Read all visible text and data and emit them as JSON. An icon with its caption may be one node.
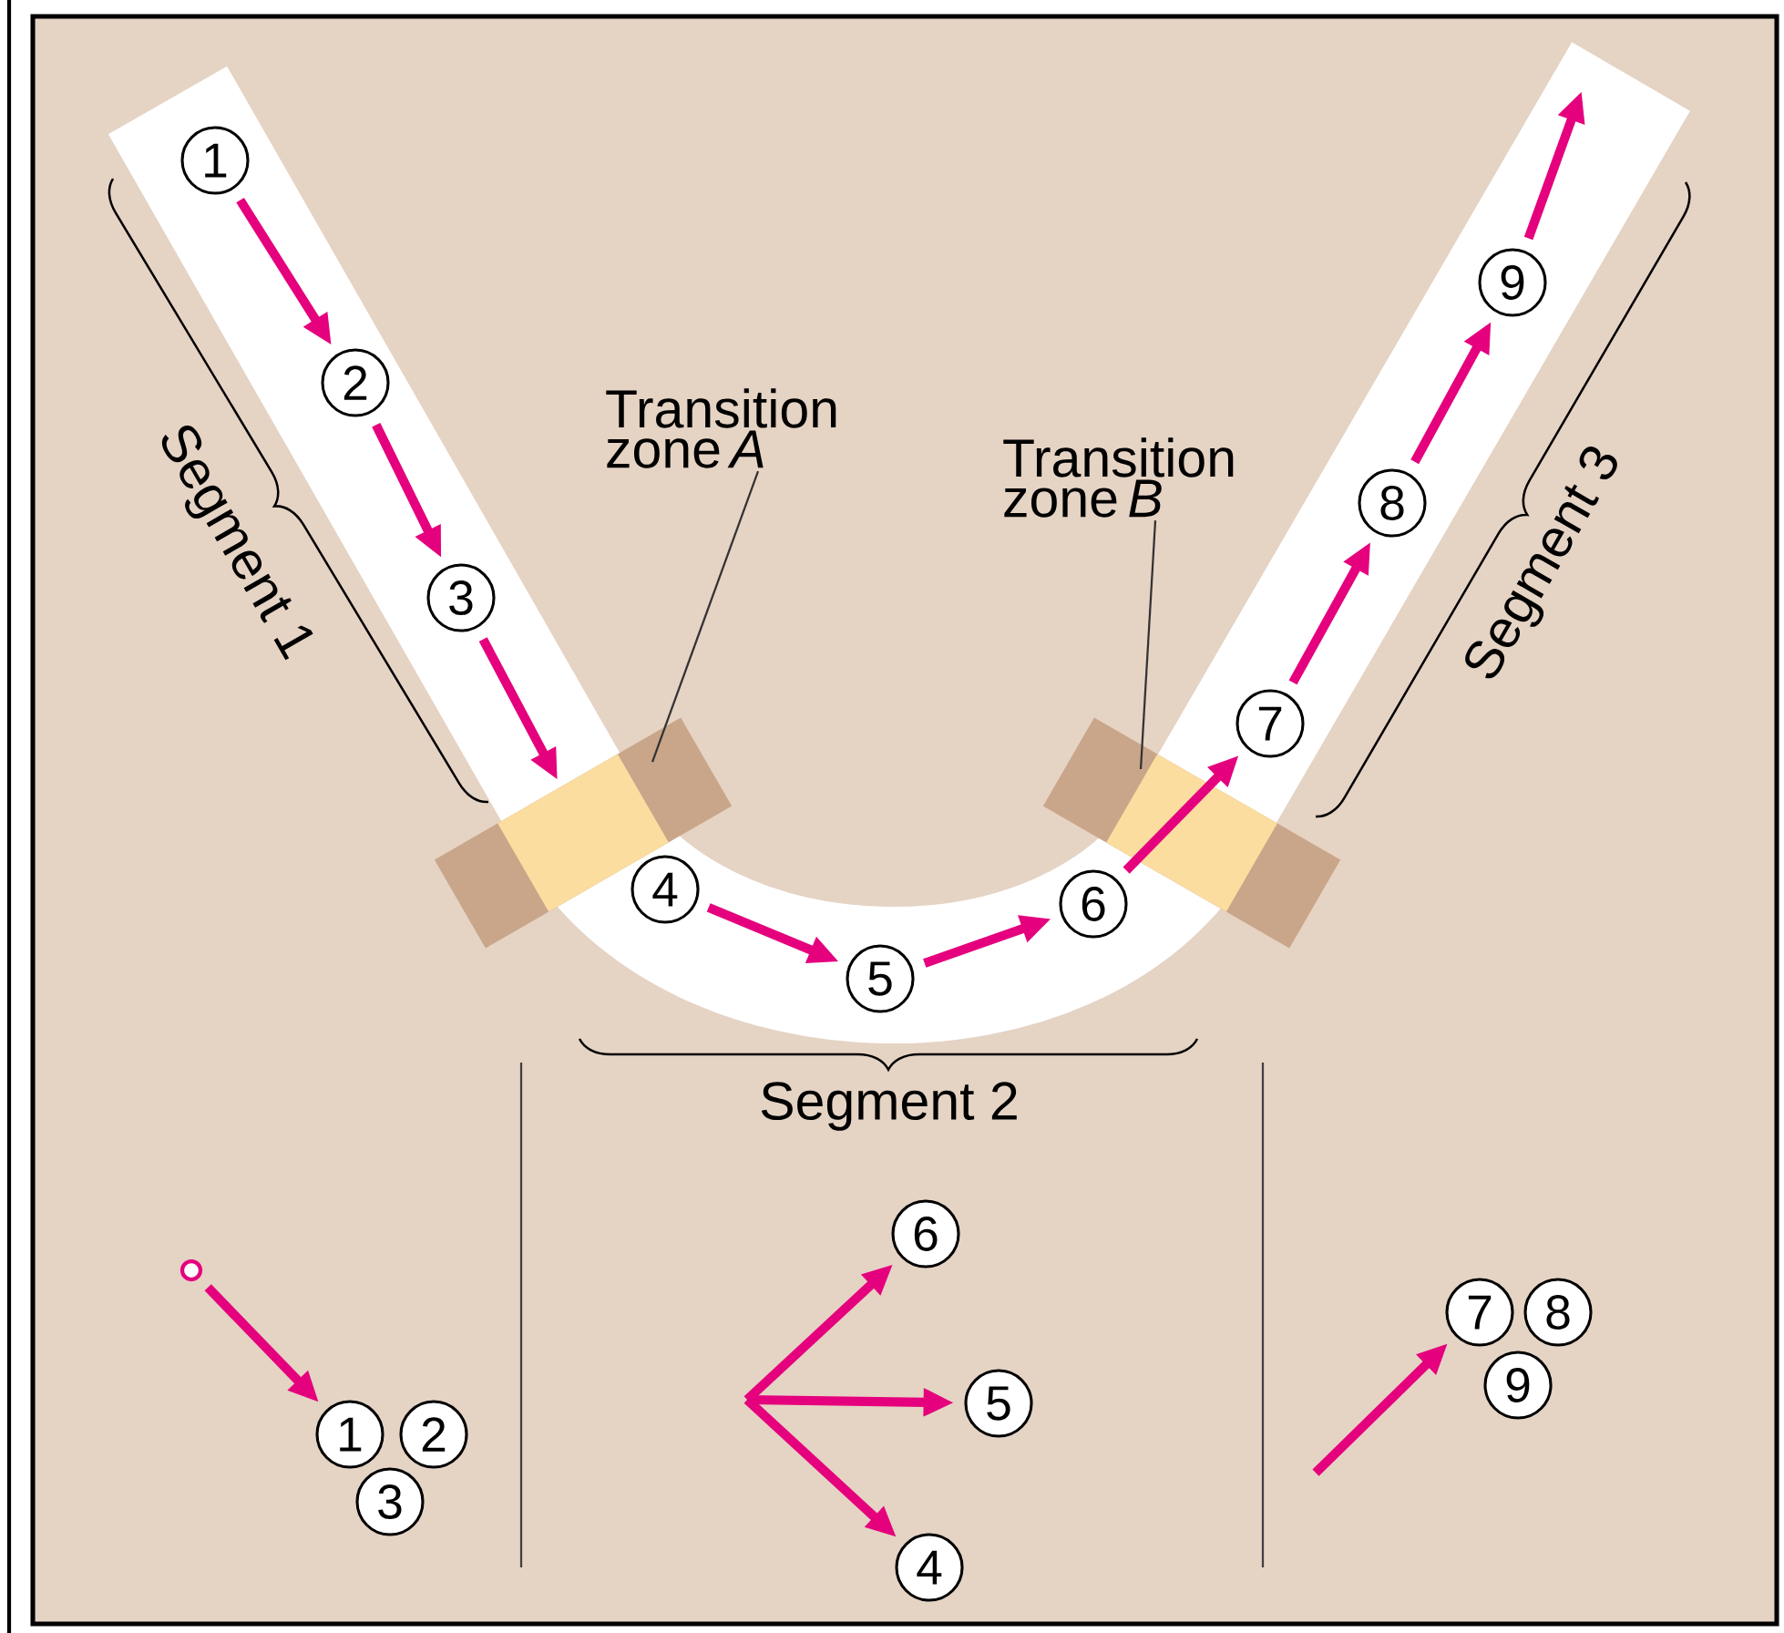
{
  "diagram": {
    "nodes": [
      {
        "text": [
          "1"
        ]
      },
      {
        "text": [
          "2"
        ]
      },
      {
        "text": [
          "3"
        ]
      },
      {
        "text": [
          "4"
        ]
      },
      {
        "text": [
          "5"
        ]
      },
      {
        "text": [
          "6"
        ]
      },
      {
        "text": [
          "7"
        ]
      },
      {
        "text": [
          "8"
        ]
      },
      {
        "text": [
          "9"
        ]
      },
      {
        "text": [
          "Transition zone *A*"
        ]
      },
      {
        "text": [
          "Transition zone *B*"
        ]
      },
      {
        "text": [],
        "shape": "circle"
      },
      {
        "text": [
          "1"
        ]
      },
      {
        "text": [
          "2"
        ]
      },
      {
        "text": [
          "3"
        ]
      },
      {
        "text": [
          "6"
        ]
      },
      {
        "text": [
          "5"
        ]
      },
      {
        "text": [
          "4"
        ]
      },
      {
        "text": [
          "7"
        ]
      },
      {
        "text": [
          "8"
        ]
      },
      {
        "text": [
          "9"
        ]
      }
    ],
    "edges": [
      {
        "from": 0,
        "to": 1,
        "arrow": "to"
      },
      {
        "from": 1,
        "to": 2,
        "arrow": "to"
      },
      {
        "from": 2,
        "to": null,
        "arrow": "to"
      },
      {
        "from": 3,
        "to": 4,
        "arrow": "to"
      },
      {
        "from": 4,
        "to": 5,
        "arrow": "to"
      },
      {
        "from": 5,
        "to": 6,
        "arrow": "to"
      },
      {
        "from": 6,
        "to": 7,
        "arrow": "to"
      },
      {
        "from": 7,
        "to": 8,
        "arrow": "to"
      },
      {
        "from": 8,
        "to": null,
        "arrow": "to"
      },
      {
        "from": 9,
        "to": null,
        "arrow": "none",
        "color": "#333333"
      },
      {
        "from": 10,
        "to": null,
        "arrow": "none",
        "color": "#333333"
      },
      {
        "from": 11,
        "to": 12,
        "arrow": "to"
      },
      {
        "from": null,
        "to": 15,
        "arrow": "to"
      },
      {
        "from": null,
        "to": 16,
        "arrow": "to"
      },
      {
        "from": null,
        "to": 17,
        "arrow": "to"
      },
      {
        "from": null,
        "to": 18,
        "arrow": "to"
      }
    ],
    "labels": [
      "Segment 1",
      "Segment 2",
      "Segment 3"
    ]
  }
}
